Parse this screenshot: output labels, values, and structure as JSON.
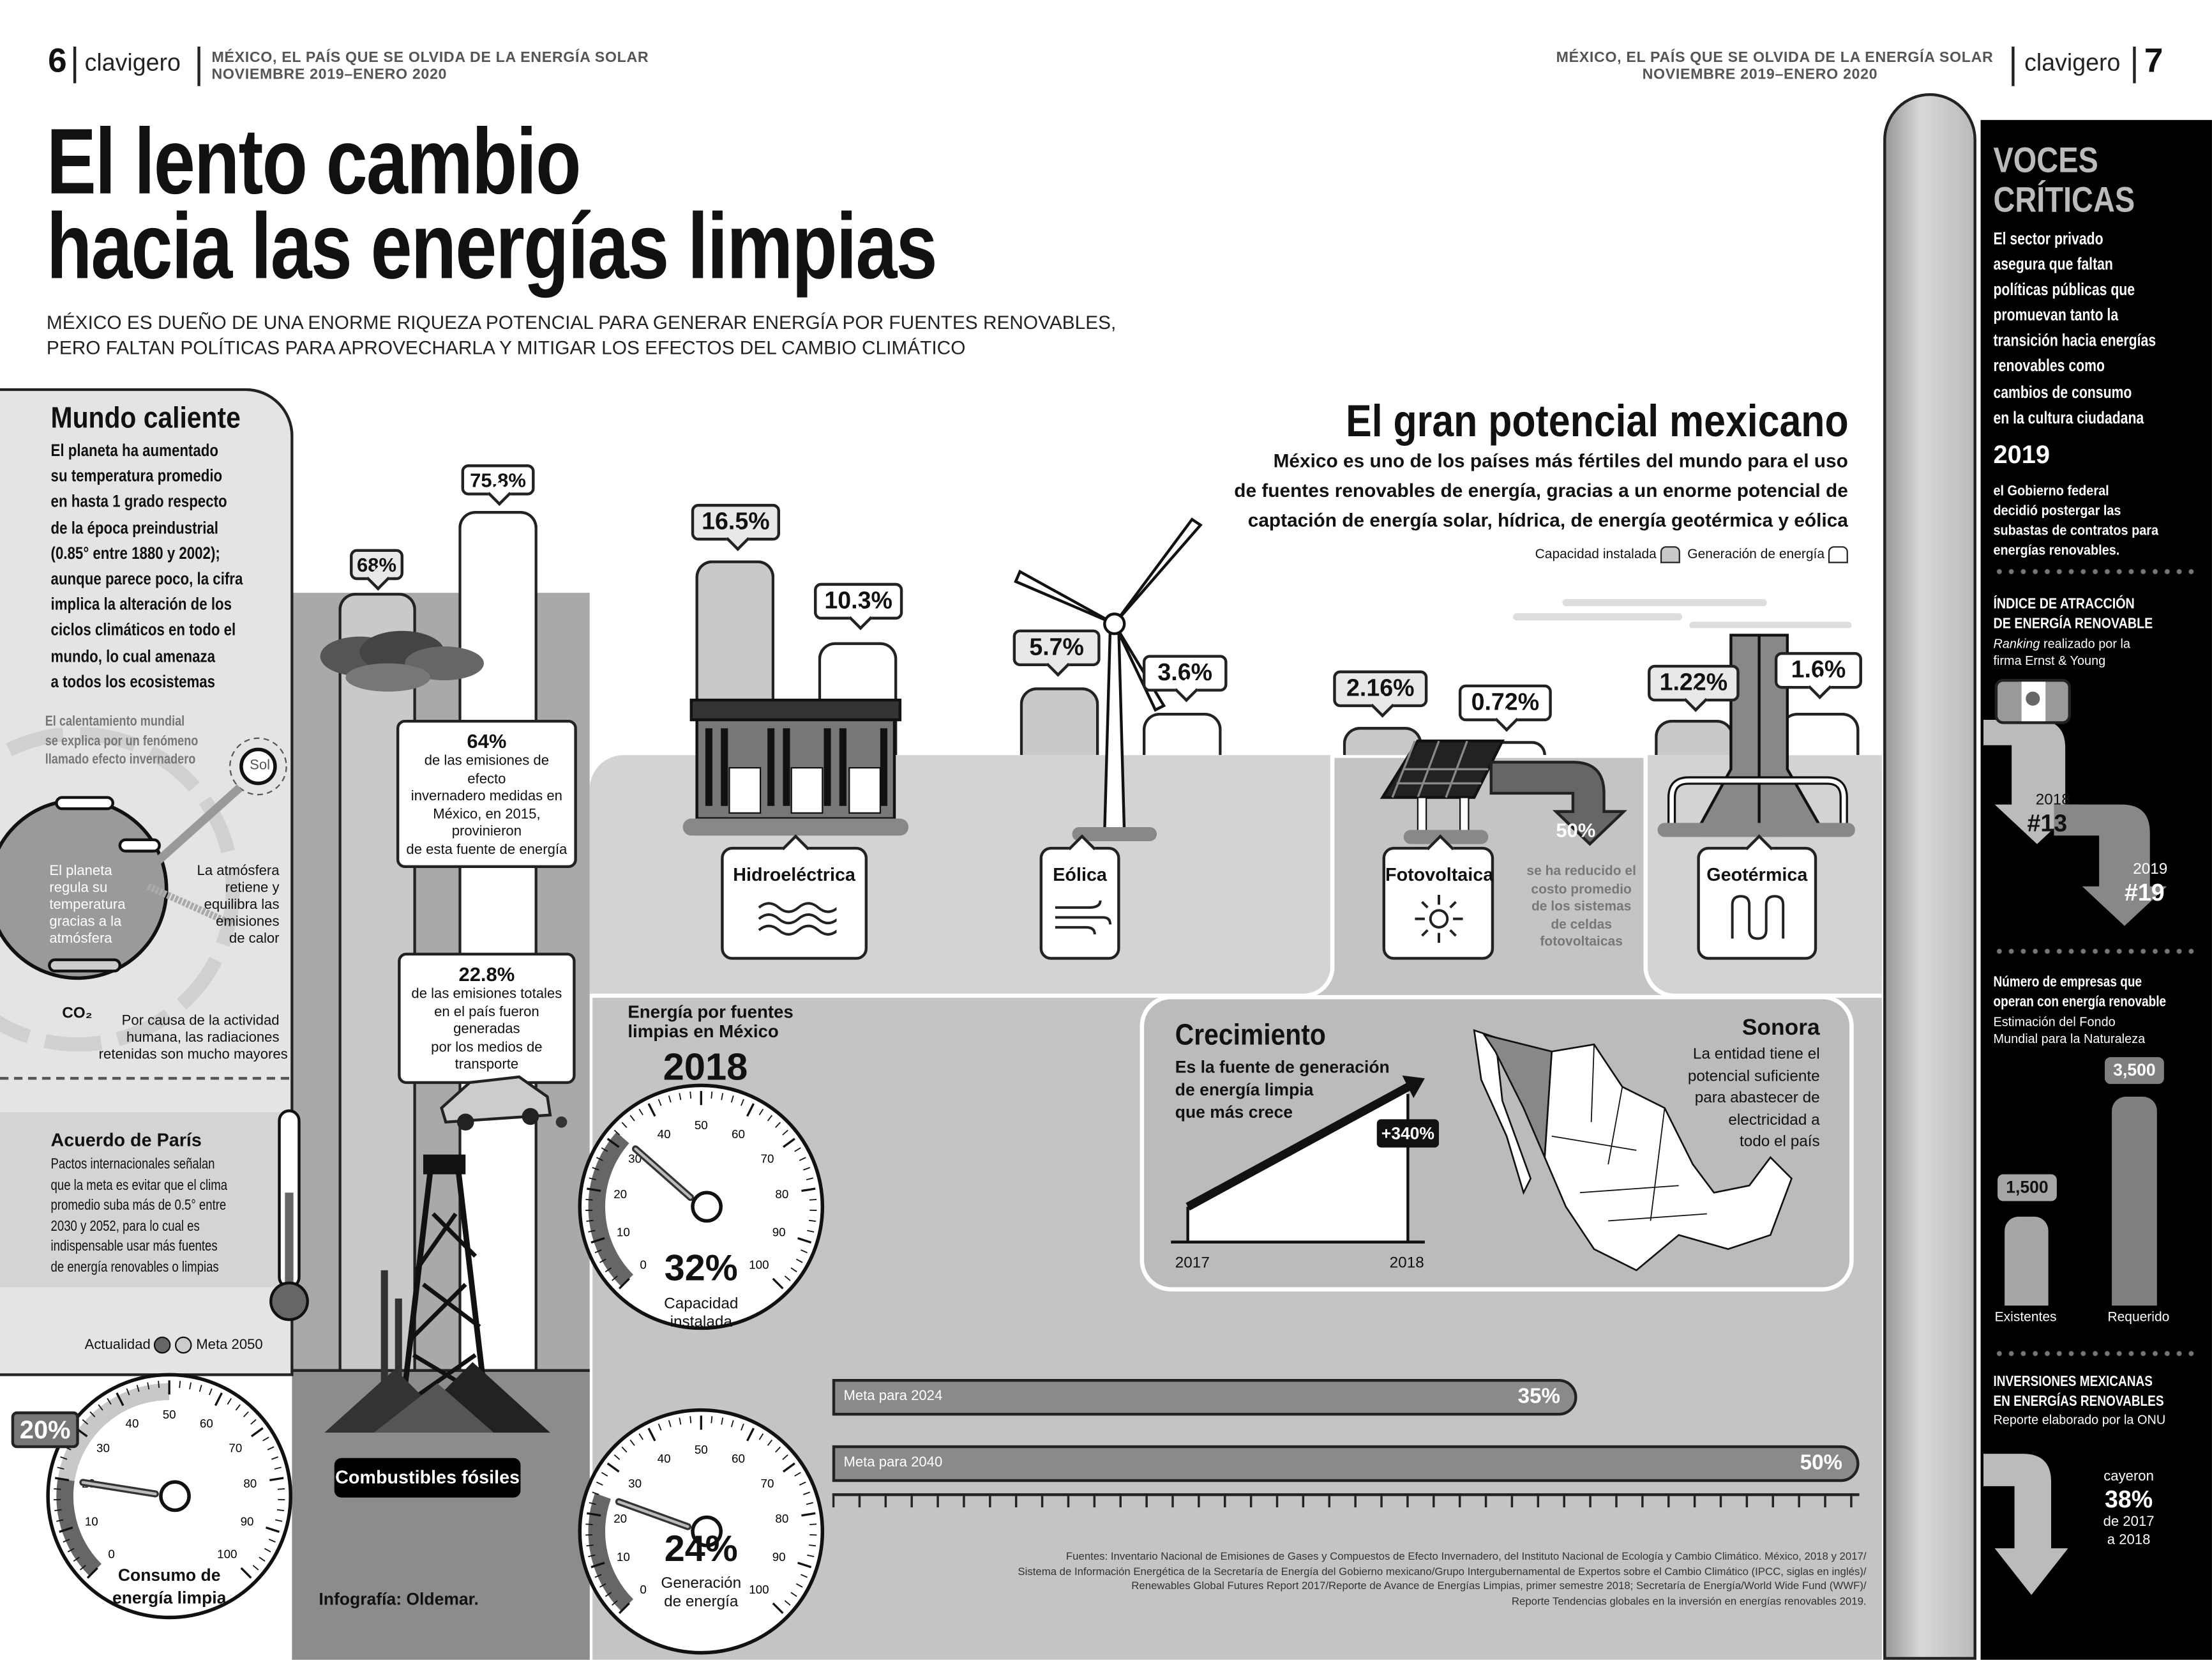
{
  "header_left": {
    "page": "6",
    "brand": "clavigero",
    "section": "MÉXICO, EL PAÍS QUE SE OLVIDA DE LA ENERGÍA SOLAR",
    "date": "NOVIEMBRE 2019–ENERO 2020"
  },
  "header_right": {
    "page": "7",
    "brand": "clavigero",
    "section": "MÉXICO, EL PAÍS QUE SE OLVIDA DE LA ENERGÍA SOLAR",
    "date": "NOVIEMBRE 2019–ENERO 2020"
  },
  "title": {
    "line1": "El lento cambio",
    "line2": "hacia las energías limpias"
  },
  "subtitle": {
    "line1": "MÉXICO ES DUEÑO DE UNA ENORME RIQUEZA POTENCIAL PARA GENERAR ENERGÍA POR FUENTES RENOVABLES,",
    "line2": "PERO FALTAN POLÍTICAS PARA APROVECHARLA Y MITIGAR LOS EFECTOS DEL CAMBIO CLIMÁTICO"
  },
  "mundo": {
    "title": "Mundo caliente",
    "lines": [
      "El planeta ha aumentado",
      "su temperatura promedio",
      "en hasta 1 grado respecto",
      "de la época preindustrial",
      "(0.85° entre 1880 y 2002);",
      "aunque parece poco, la cifra",
      "implica la alteración de los",
      "ciclos climáticos en todo el",
      "mundo, lo cual amenaza",
      "a todos los ecosistemas"
    ],
    "efecto": [
      "El calentamiento mundial",
      "se explica por un fenómeno",
      "llamado efecto invernadero"
    ],
    "sol": "Sol",
    "planeta": [
      "El planeta",
      "regula su",
      "temperatura",
      "gracias a la",
      "atmósfera"
    ],
    "atmosfera": [
      "La atmósfera",
      "retiene y",
      "equilibra las",
      "emisiones",
      "de calor"
    ],
    "co2": "CO₂",
    "causa": [
      "Por causa de la actividad",
      "humana, las radiaciones",
      "retenidas son mucho mayores"
    ]
  },
  "paris": {
    "title": "Acuerdo de París",
    "lines": [
      "Pactos internacionales señalan",
      "que la meta es evitar que el clima",
      "promedio suba más de 0.5° entre",
      "2030 y 2052, para lo cual es",
      "indispensable usar más fuentes",
      "de energía renovables o limpias"
    ]
  },
  "legend_bottom": {
    "actual": "Actualidad",
    "meta": "Meta 2050"
  },
  "fosiles": {
    "label": "Combustibles fósiles",
    "capacity": "68%",
    "generation": "75.8%",
    "note1": {
      "value": "64%",
      "lines": [
        "de las emisiones de efecto",
        "invernadero medidas en",
        "México, en 2015, provinieron",
        "de esta fuente de energía"
      ]
    },
    "note2": {
      "value": "22.8%",
      "lines": [
        "de las emisiones totales",
        "en el país fueron generadas",
        "por los medios de transporte"
      ]
    }
  },
  "potencial": {
    "title": "El gran potencial mexicano",
    "lines": [
      "México es uno de los países más fértiles del mundo para el uso",
      "de fuentes renovables de energía, gracias a un enorme potencial de",
      "captación de energía solar, hídrica, de energía geotérmica y eólica"
    ],
    "legend_cap": "Capacidad instalada",
    "legend_gen": "Generación de energía"
  },
  "sources": [
    {
      "name": "Hidroeléctrica",
      "capacity": "16.5%",
      "generation": "10.3%",
      "icon": "waves-icon"
    },
    {
      "name": "Eólica",
      "capacity": "5.7%",
      "generation": "3.6%",
      "icon": "wind-icon"
    },
    {
      "name": "Fotovoltaica",
      "capacity": "2.16%",
      "generation": "0.72%",
      "icon": "sun-icon"
    },
    {
      "name": "Geotérmica",
      "capacity": "1.22%",
      "generation": "1.6%",
      "icon": "heat-coil-icon"
    }
  ],
  "solar_cost": {
    "value": "50%",
    "lines": [
      "se ha reducido el",
      "costo promedio",
      "de los sistemas",
      "de celdas",
      "fotovoltaicas"
    ]
  },
  "crecimiento": {
    "title": "Crecimiento",
    "lines": [
      "Es la fuente de generación",
      "de energía limpia",
      "que más crece"
    ],
    "value": "+340%",
    "x_start": "2017",
    "x_end": "2018"
  },
  "sonora": {
    "title": "Sonora",
    "lines": [
      "La entidad tiene el",
      "potencial suficiente",
      "para abastecer de",
      "electricidad a",
      "todo el país"
    ]
  },
  "limpias": {
    "title_lines": [
      "Energía por fuentes",
      "limpias en México"
    ],
    "year": "2018"
  },
  "gauges": [
    {
      "value": 32,
      "label": "32%",
      "caption": [
        "Capacidad",
        "instalada"
      ]
    },
    {
      "value": 24,
      "label": "24%",
      "caption": [
        "Generación",
        "de energía"
      ]
    },
    {
      "value": 20,
      "meta": 50,
      "label": "20%",
      "caption": [
        "Consumo de",
        "energía limpia"
      ]
    }
  ],
  "gauge_ticks": [
    "0",
    "10",
    "20",
    "30",
    "40",
    "50",
    "60",
    "70",
    "80",
    "90",
    "100"
  ],
  "metas": [
    {
      "label": "Meta para 2024",
      "value": "35%"
    },
    {
      "label": "Meta para 2040",
      "value": "50%"
    }
  ],
  "credit": "Infografía: Oldemar.",
  "fuentes": [
    "Fuentes: Inventario Nacional de Emisiones de Gases y Compuestos de Efecto Invernadero, del Instituto Nacional de Ecología y Cambio Climático. México, 2018 y 2017/",
    "Sistema de Información Energética de la Secretaría de Energía del Gobierno mexicano/Grupo Intergubernamental de Expertos sobre el Cambio Climático (IPCC, siglas en inglés)/",
    "Renewables Global Futures Report 2017/Reporte de Avance de Energías Limpias, primer semestre 2018; Secretaría de Energía/World Wide Fund (WWF)/",
    "Reporte Tendencias globales en la inversión en energías renovables 2019."
  ],
  "voces": {
    "title1": "VOCES",
    "title2": "CRÍTICAS",
    "lines": [
      "El sector privado",
      "asegura que faltan",
      "políticas públicas que",
      "promuevan tanto la",
      "transición hacia energías",
      "renovables como",
      "cambios de consumo",
      "en la cultura ciudadana"
    ],
    "year": "2019",
    "year_lines": [
      "el Gobierno federal",
      "decidió postergar las",
      "subastas de contratos para",
      "energías renovables."
    ],
    "indice_title": [
      "ÍNDICE DE ATRACCIÓN",
      "DE ENERGÍA RENOVABLE"
    ],
    "indice_sub_italic": "Ranking",
    "indice_sub1": " realizado por la",
    "indice_sub2": "firma  Ernst & Young",
    "rank": [
      {
        "year": "2018",
        "value": "#13"
      },
      {
        "year": "2019",
        "value": "#19"
      }
    ],
    "empresas_title": [
      "Número de empresas que",
      "operan con energía renovable"
    ],
    "empresas_sub": [
      "Estimación del Fondo",
      "Mundial para la Naturaleza"
    ],
    "empresas": [
      {
        "label": "Existentes",
        "value": "1,500"
      },
      {
        "label": "Requerido",
        "value": "3,500"
      }
    ],
    "inv_title": [
      "INVERSIONES MEXICANAS",
      "EN ENERGÍAS RENOVABLES"
    ],
    "inv_sub": "Reporte elaborado por la ONU",
    "inv_lines": [
      "cayeron",
      "38%",
      "de 2017",
      "a 2018"
    ]
  }
}
